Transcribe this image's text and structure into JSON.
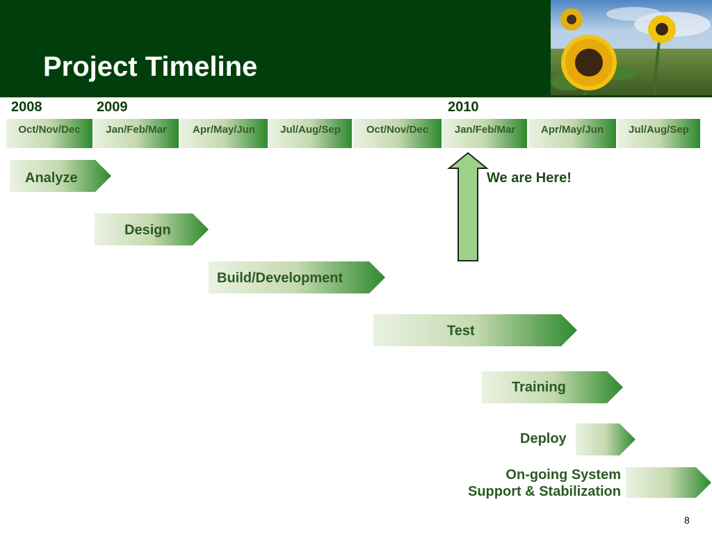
{
  "title": "Project Timeline",
  "years": [
    "2008",
    "2009",
    "2010"
  ],
  "quarters": [
    "Oct/Nov/Dec",
    "Jan/Feb/Mar",
    "Apr/May/Jun",
    "Jul/Aug/Sep",
    "Oct/Nov/Dec",
    "Jan/Feb/Mar",
    "Apr/May/Jun",
    "Jul/Aug/Sep"
  ],
  "phases": [
    "Analyze",
    "Design",
    "Build/Development",
    "Test",
    "Training",
    "Deploy"
  ],
  "ongoing": [
    "On-going System",
    "Support & Stabilization"
  ],
  "marker_label": "We are Here!",
  "page_number": "8",
  "colors": {
    "header": "#003f0c",
    "gradient_start": "#eaf2e2",
    "gradient_end": "#2e8a2e",
    "marker_fill": "#9dd388",
    "text": "#2a5a22"
  }
}
